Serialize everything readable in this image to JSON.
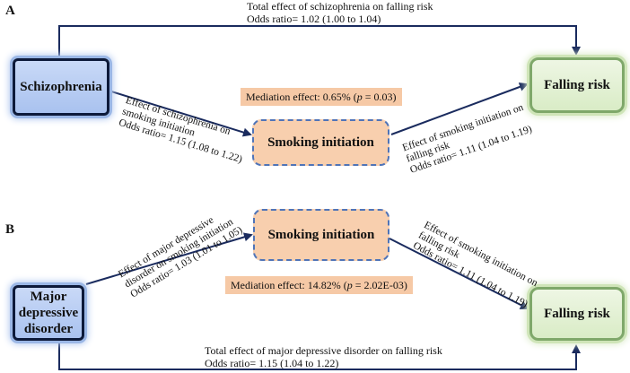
{
  "panel_a": {
    "label": "A",
    "exposure": "Schizophrenia",
    "mediator": "Smoking initiation",
    "outcome": "Falling risk",
    "total_effect": {
      "line1": "Total effect of schizophrenia on falling risk",
      "line2": "Odds ratio= 1.02 (1.00 to 1.04)"
    },
    "mediation": {
      "prefix": "Mediation effect: 0.65% (",
      "p_symbol": "p",
      "suffix": " = 0.03)"
    },
    "path_a": {
      "line1": "Effect of schizophrenia on",
      "line2": "smoking initiation",
      "line3": "Odds ratio= 1.15 (1.08 to 1.22)"
    },
    "path_b": {
      "line1": "Effect of smoking initiation on",
      "line2": "falling risk",
      "line3": "Odds ratio= 1.11 (1.04 to 1.19)"
    }
  },
  "panel_b": {
    "label": "B",
    "exposure_line1": "Major",
    "exposure_line2": "depressive",
    "exposure_line3": "disorder",
    "mediator": "Smoking initiation",
    "outcome": "Falling risk",
    "total_effect": {
      "line1": "Total effect of major depressive disorder on falling risk",
      "line2": "Odds ratio= 1.15 (1.04 to 1.22)"
    },
    "mediation": {
      "prefix": "Mediation effect: 14.82% (",
      "p_symbol": "p",
      "suffix": " = 2.02E-03)"
    },
    "path_a": {
      "line1": "Effect of major depressive",
      "line2": "disorder on smoking initiation",
      "line3": "Odds ratio= 1.03 (1.01 to 1.05)"
    },
    "path_b": {
      "line1": "Effect of smoking initiation on",
      "line2": "falling risk",
      "line3": "Odds ratio= 1.11 (1.04 to 1.19)"
    }
  },
  "colors": {
    "exposure_fill": "#a9c2ef",
    "outcome_fill": "#d9ecc6",
    "mediator_fill": "#f8cfae",
    "arrow": "#1a2b5e"
  }
}
